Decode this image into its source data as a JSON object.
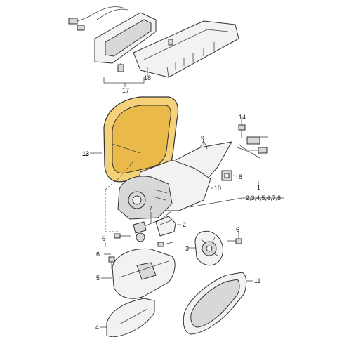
{
  "callouts": {
    "c1": "1",
    "c1_sub": "2,3,4,5,6,7,8",
    "c2": "2",
    "c3": "3",
    "c4": "4",
    "c5": "5",
    "c6a": "6",
    "c6b": "6",
    "c6c": "6",
    "c7": "7",
    "c8": "8",
    "c9": "9",
    "c10": "10",
    "c11": "11",
    "c13": "13",
    "c14": "14",
    "c17": "17",
    "c18": "18"
  },
  "colors": {
    "highlight": "#f5d27a",
    "highlight_edge": "#e9b94a",
    "outline": "#333333"
  }
}
